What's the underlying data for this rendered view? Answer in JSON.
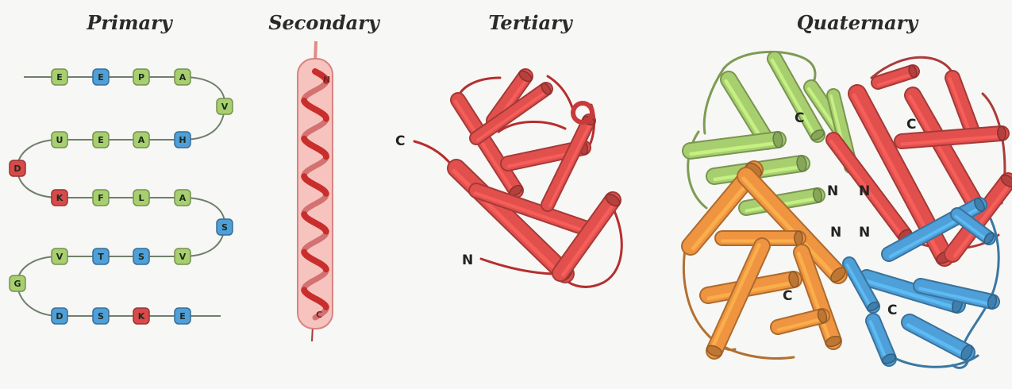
{
  "titles": {
    "primary": "Primary",
    "secondary": "Secondary",
    "tertiary": "Tertiary",
    "quaternary": "Quaternary"
  },
  "primary": {
    "rows": [
      [
        {
          "t": "E",
          "c": "green"
        },
        {
          "t": "E",
          "c": "blue"
        },
        {
          "t": "P",
          "c": "green"
        },
        {
          "t": "A",
          "c": "green"
        }
      ],
      [
        {
          "t": "U",
          "c": "green"
        },
        {
          "t": "E",
          "c": "green"
        },
        {
          "t": "A",
          "c": "green"
        },
        {
          "t": "H",
          "c": "blue"
        }
      ],
      [
        {
          "t": "K",
          "c": "red"
        },
        {
          "t": "F",
          "c": "green"
        },
        {
          "t": "L",
          "c": "green"
        },
        {
          "t": "A",
          "c": "green"
        }
      ],
      [
        {
          "t": "V",
          "c": "green"
        },
        {
          "t": "T",
          "c": "blue"
        },
        {
          "t": "S",
          "c": "blue"
        },
        {
          "t": "V",
          "c": "green"
        }
      ],
      [
        {
          "t": "D",
          "c": "blue"
        },
        {
          "t": "S",
          "c": "blue"
        },
        {
          "t": "K",
          "c": "red"
        },
        {
          "t": "E",
          "c": "blue"
        }
      ]
    ],
    "turns": [
      {
        "t": "V",
        "c": "green"
      },
      {
        "t": "D",
        "c": "red"
      },
      {
        "t": "S",
        "c": "blue"
      },
      {
        "t": "G",
        "c": "green"
      }
    ]
  },
  "secondary": {
    "top_label": "N",
    "bottom_label": "C"
  },
  "tertiary": {
    "c_label": "C",
    "n_label": "N"
  },
  "quaternary": {
    "labels": [
      "C",
      "C",
      "N",
      "N",
      "N",
      "N",
      "C",
      "C"
    ]
  },
  "colors": {
    "green": "#a8cf6f",
    "blue": "#4f9fd8",
    "red": "#d84a4a",
    "orange": "#ef9440",
    "helix": "#e2504d",
    "helix_light": "#f6b6b1"
  }
}
